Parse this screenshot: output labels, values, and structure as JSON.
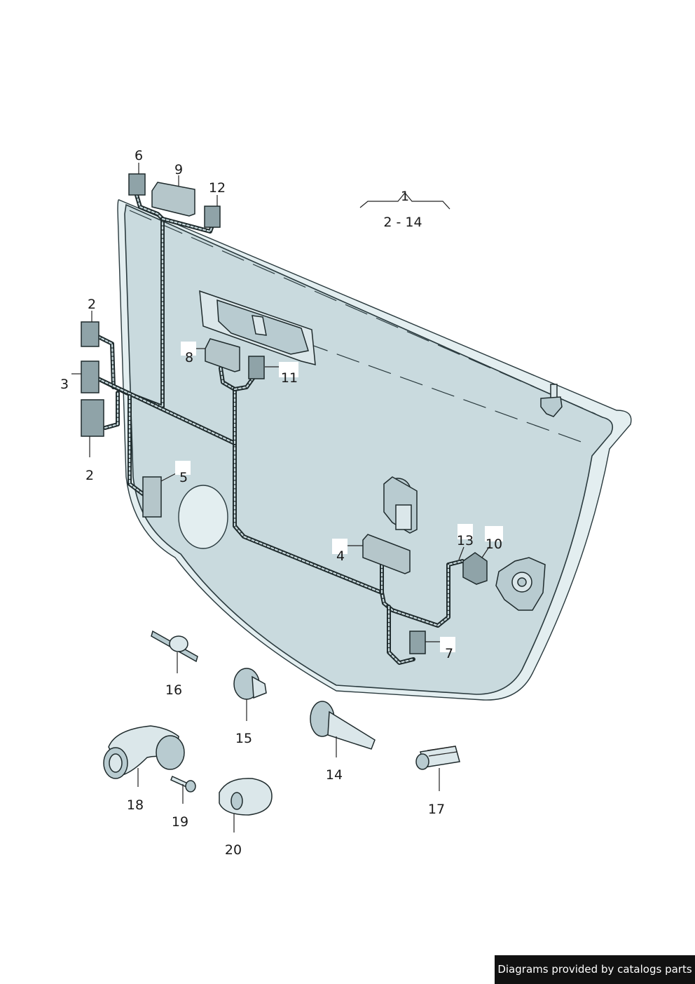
{
  "callouts": {
    "c1": "1",
    "c1_range": "2 - 14",
    "c2a": "2",
    "c2b": "2",
    "c3": "3",
    "c4": "4",
    "c5": "5",
    "c6": "6",
    "c7": "7",
    "c8": "8",
    "c9": "9",
    "c10": "10",
    "c11": "11",
    "c12": "12",
    "c13": "13",
    "c14": "14",
    "c15": "15",
    "c16": "16",
    "c17": "17",
    "c18": "18",
    "c19": "19",
    "c20": "20"
  },
  "footer": {
    "credit": "Diagrams provided by catalogs parts"
  }
}
